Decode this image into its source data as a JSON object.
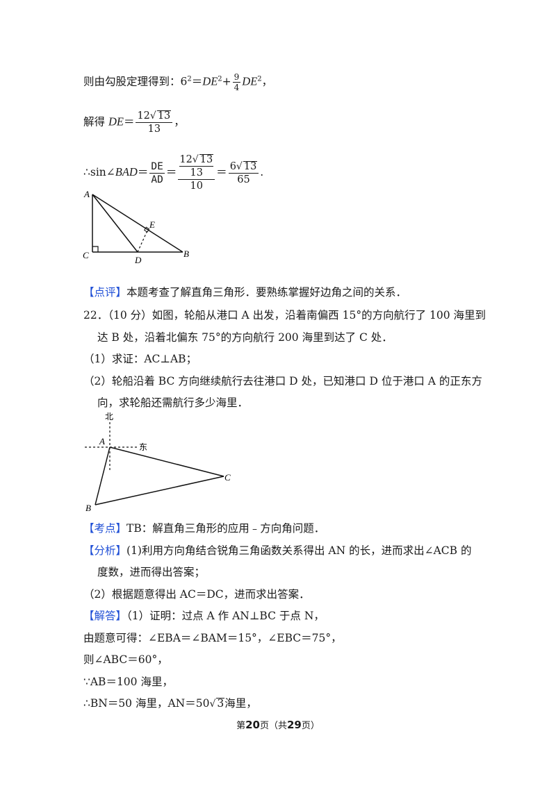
{
  "l1": {
    "text": "则由勾股定理得到：",
    "six": "6",
    "exp": "2",
    "eq": "＝",
    "de": "DE",
    "plus": "+",
    "n9": "9",
    "d4": "4",
    "de2": "DE",
    "comma": "，"
  },
  "l2": {
    "text": "解得 ",
    "de": "DE",
    "eq": "＝",
    "num": "12",
    "rad": "13",
    "den": "13",
    "comma": "，"
  },
  "l3": {
    "therefore": "∴",
    "sin": "sin∠",
    "bad": "BAD",
    "eq": "＝",
    "fnum": "DE",
    "fden": "AD",
    "eq2": "＝",
    "inum": "12",
    "irad": "13",
    "iden": "13",
    "oden": "10",
    "eq3": "＝",
    "rnum": "6",
    "rrad": "13",
    "rden": "65",
    "dot": "."
  },
  "fig1": {
    "A": "A",
    "C": "C",
    "D": "D",
    "B": "B",
    "E": "E"
  },
  "review": {
    "tag": "【点评】",
    "text": "本题考查了解直角三角形．要熟练掌握好边角之间的关系．"
  },
  "q22": {
    "line1": "22．（10 分）如图，轮船从港口 A 出发，沿着南偏西 15°的方向航行了 100 海里到",
    "line2": "达 B 处，沿着北偏东 75°的方向航行 200 海里到达了 C 处．",
    "line3": "（1）求证：AC⊥AB；",
    "line4": "（2）轮船沿着 BC 方向继续航行去往港口 D 处，已知港口 D 位于港口 A 的正东方",
    "line5": "向，求轮船还需航行多少海里．"
  },
  "fig2": {
    "north": "北",
    "east": "东",
    "A": "A",
    "B": "B",
    "C": "C"
  },
  "kaodian": {
    "tag": "【考点】",
    "text": "TB：解直角三角形的应用﹣方向角问题．"
  },
  "fenxi": {
    "tag": "【分析】",
    "line1": "(1)利用方向角结合锐角三角函数关系得出 AN 的长，进而求出∠ACB 的",
    "line2": "度数，进而得出答案；",
    "line3": "（2）根据题意得出 AC＝DC，进而求出答案．"
  },
  "jieda": {
    "tag": "【解答】",
    "line1": "（1）证明：过点 A 作 AN⊥BC 于点 N，",
    "line2": "由题意可得：∠EBA＝∠BAM＝15°，∠EBC＝75°，",
    "line3": "则∠ABC＝60°，",
    "line4": "∵AB＝100 海里，",
    "line5a": "∴BN＝50 海里，AN＝50",
    "line5rad": "3",
    "line5b": "海里，"
  },
  "footer": {
    "pre": "第",
    "page": "20",
    "mid": "页（共",
    "total": "29",
    "post": "页）"
  }
}
